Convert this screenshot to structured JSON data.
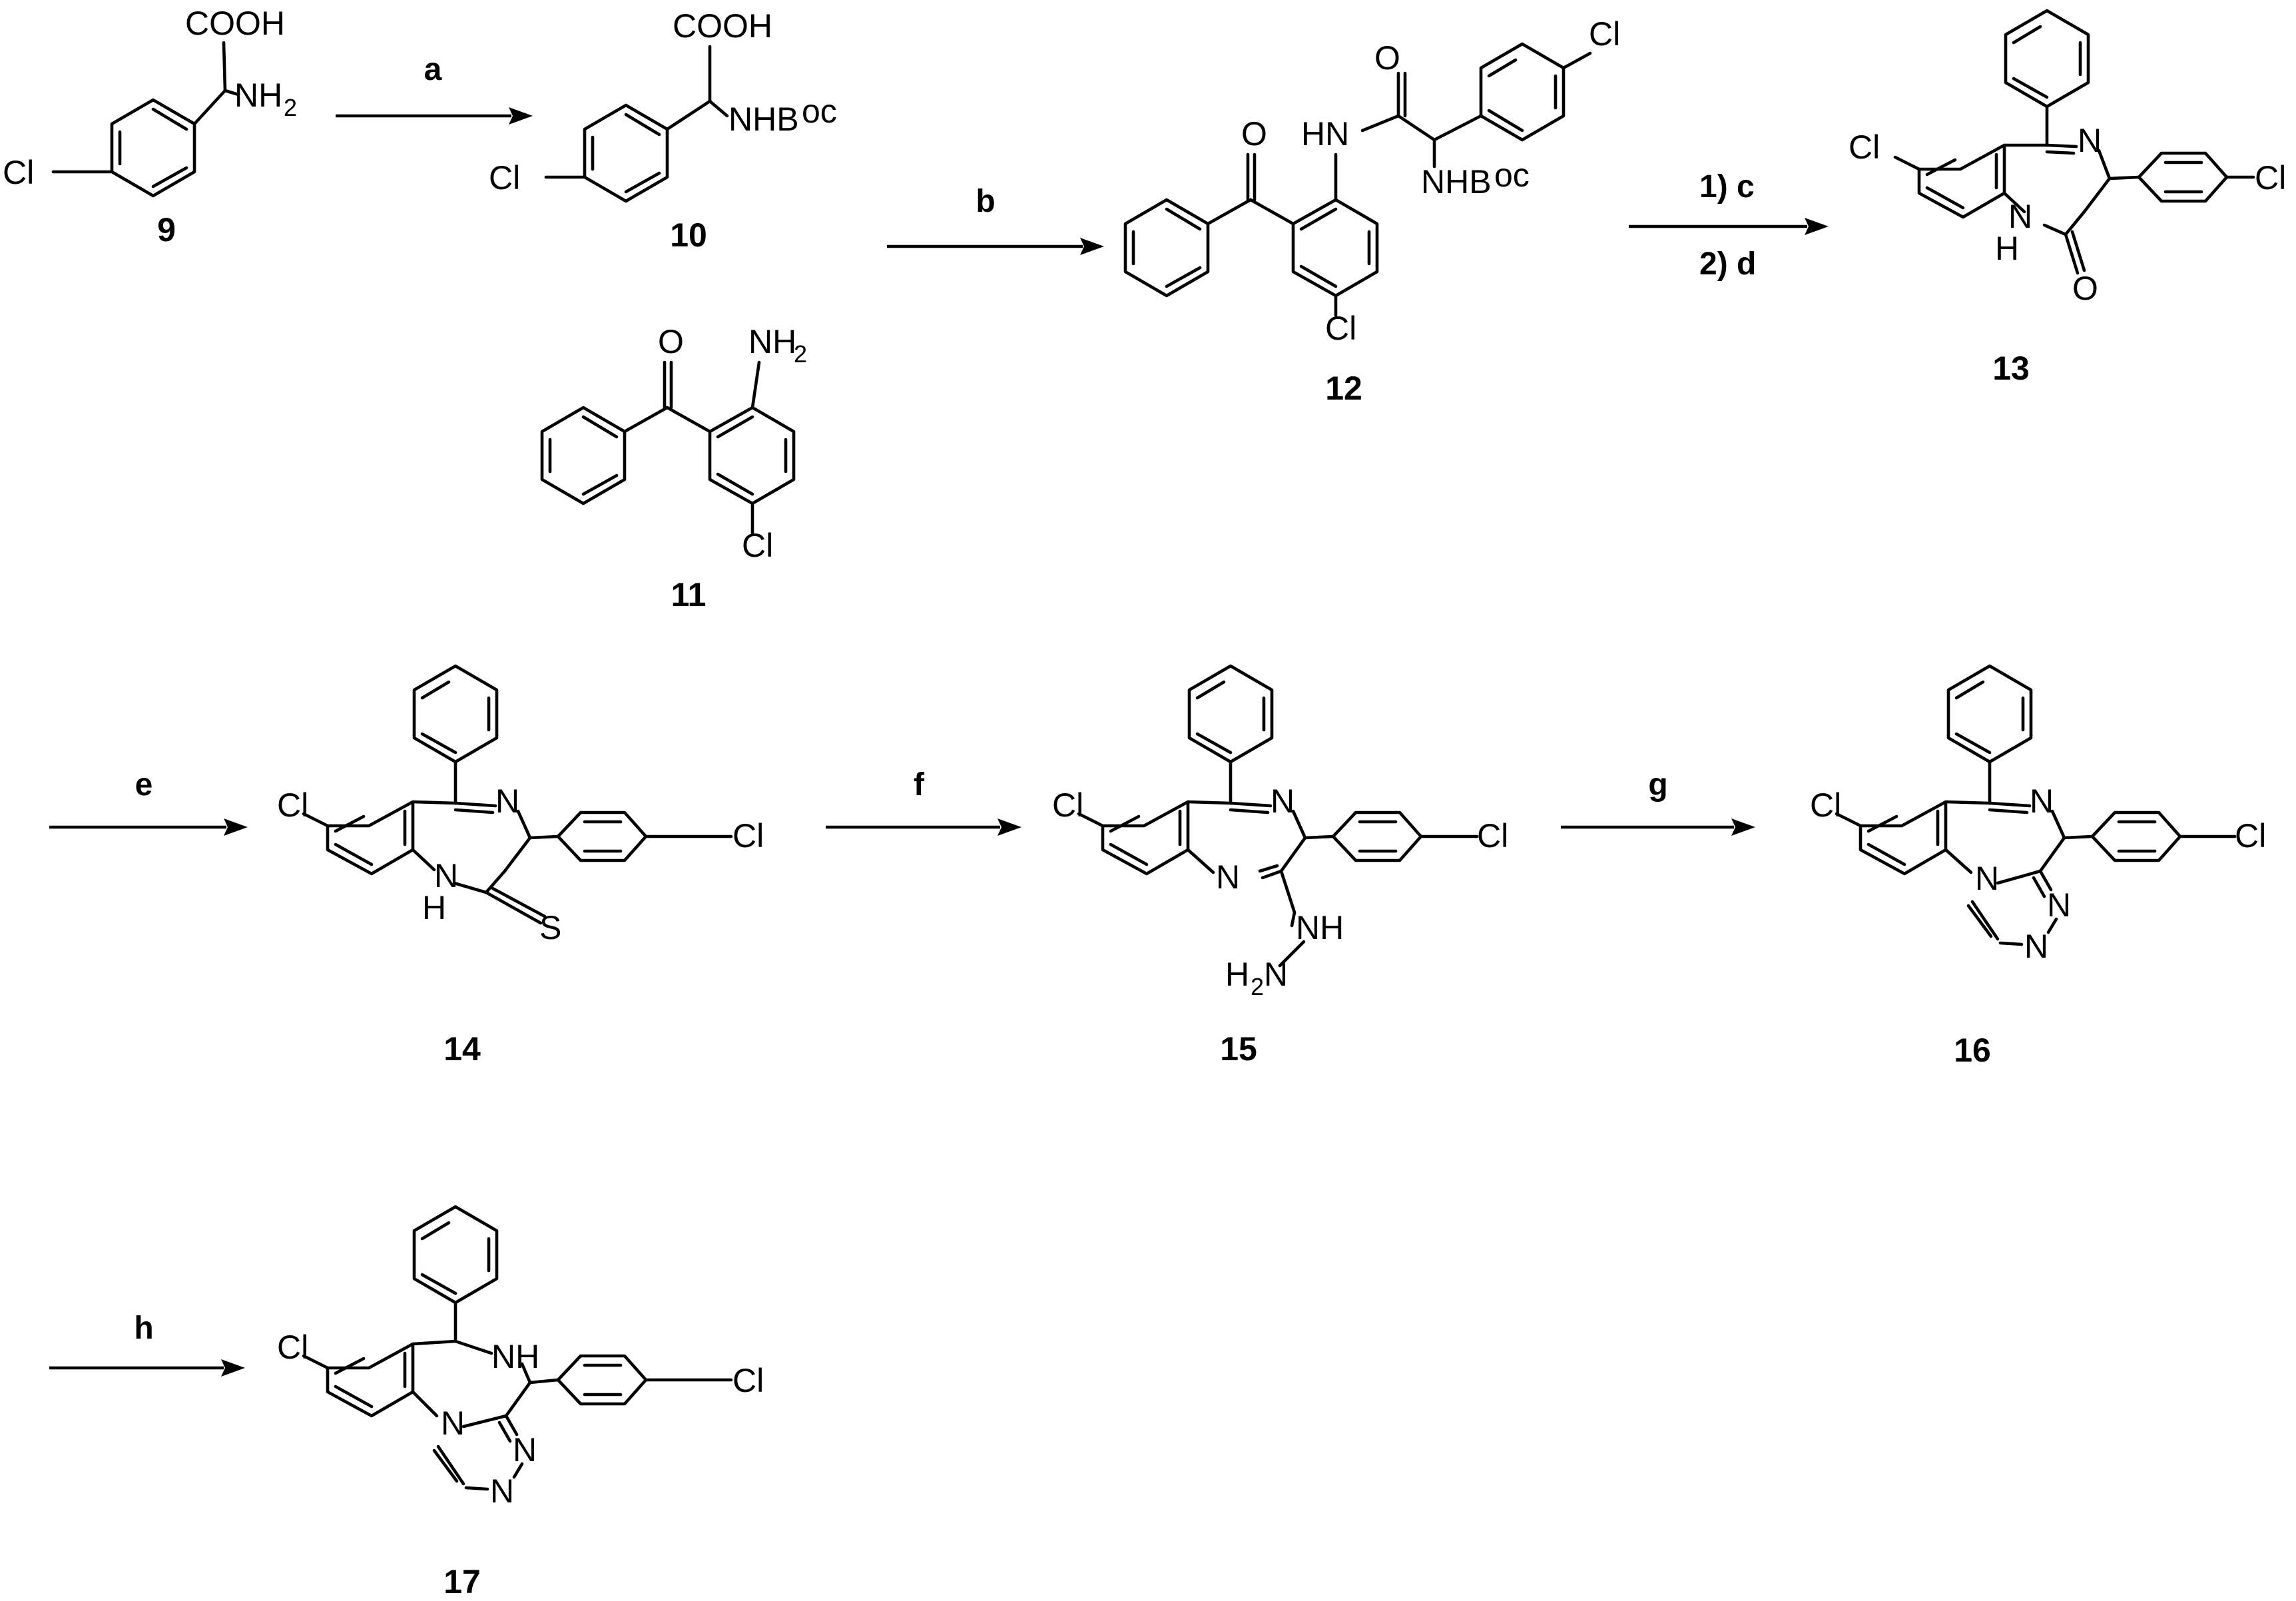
{
  "scheme": {
    "compounds": [
      {
        "id": "9",
        "label": "9"
      },
      {
        "id": "10",
        "label": "10"
      },
      {
        "id": "11",
        "label": "11"
      },
      {
        "id": "12",
        "label": "12"
      },
      {
        "id": "13",
        "label": "13"
      },
      {
        "id": "14",
        "label": "14"
      },
      {
        "id": "15",
        "label": "15"
      },
      {
        "id": "16",
        "label": "16"
      },
      {
        "id": "17",
        "label": "17"
      }
    ],
    "reagents": {
      "a": "a",
      "b": "b",
      "c": "1) c",
      "d": "2) d",
      "e": "e",
      "f": "f",
      "g": "g",
      "h": "h"
    },
    "atoms": {
      "cl": "Cl",
      "cooh": "COOH",
      "nh": "NH",
      "nh2_sub": "2",
      "nhboc_main": "NHB",
      "nhboc_tail": "oc",
      "o": "O",
      "hn": "HN",
      "n": "N",
      "h": "H",
      "s": "S",
      "h2n_main": "H",
      "h2n_tail": "N"
    }
  }
}
